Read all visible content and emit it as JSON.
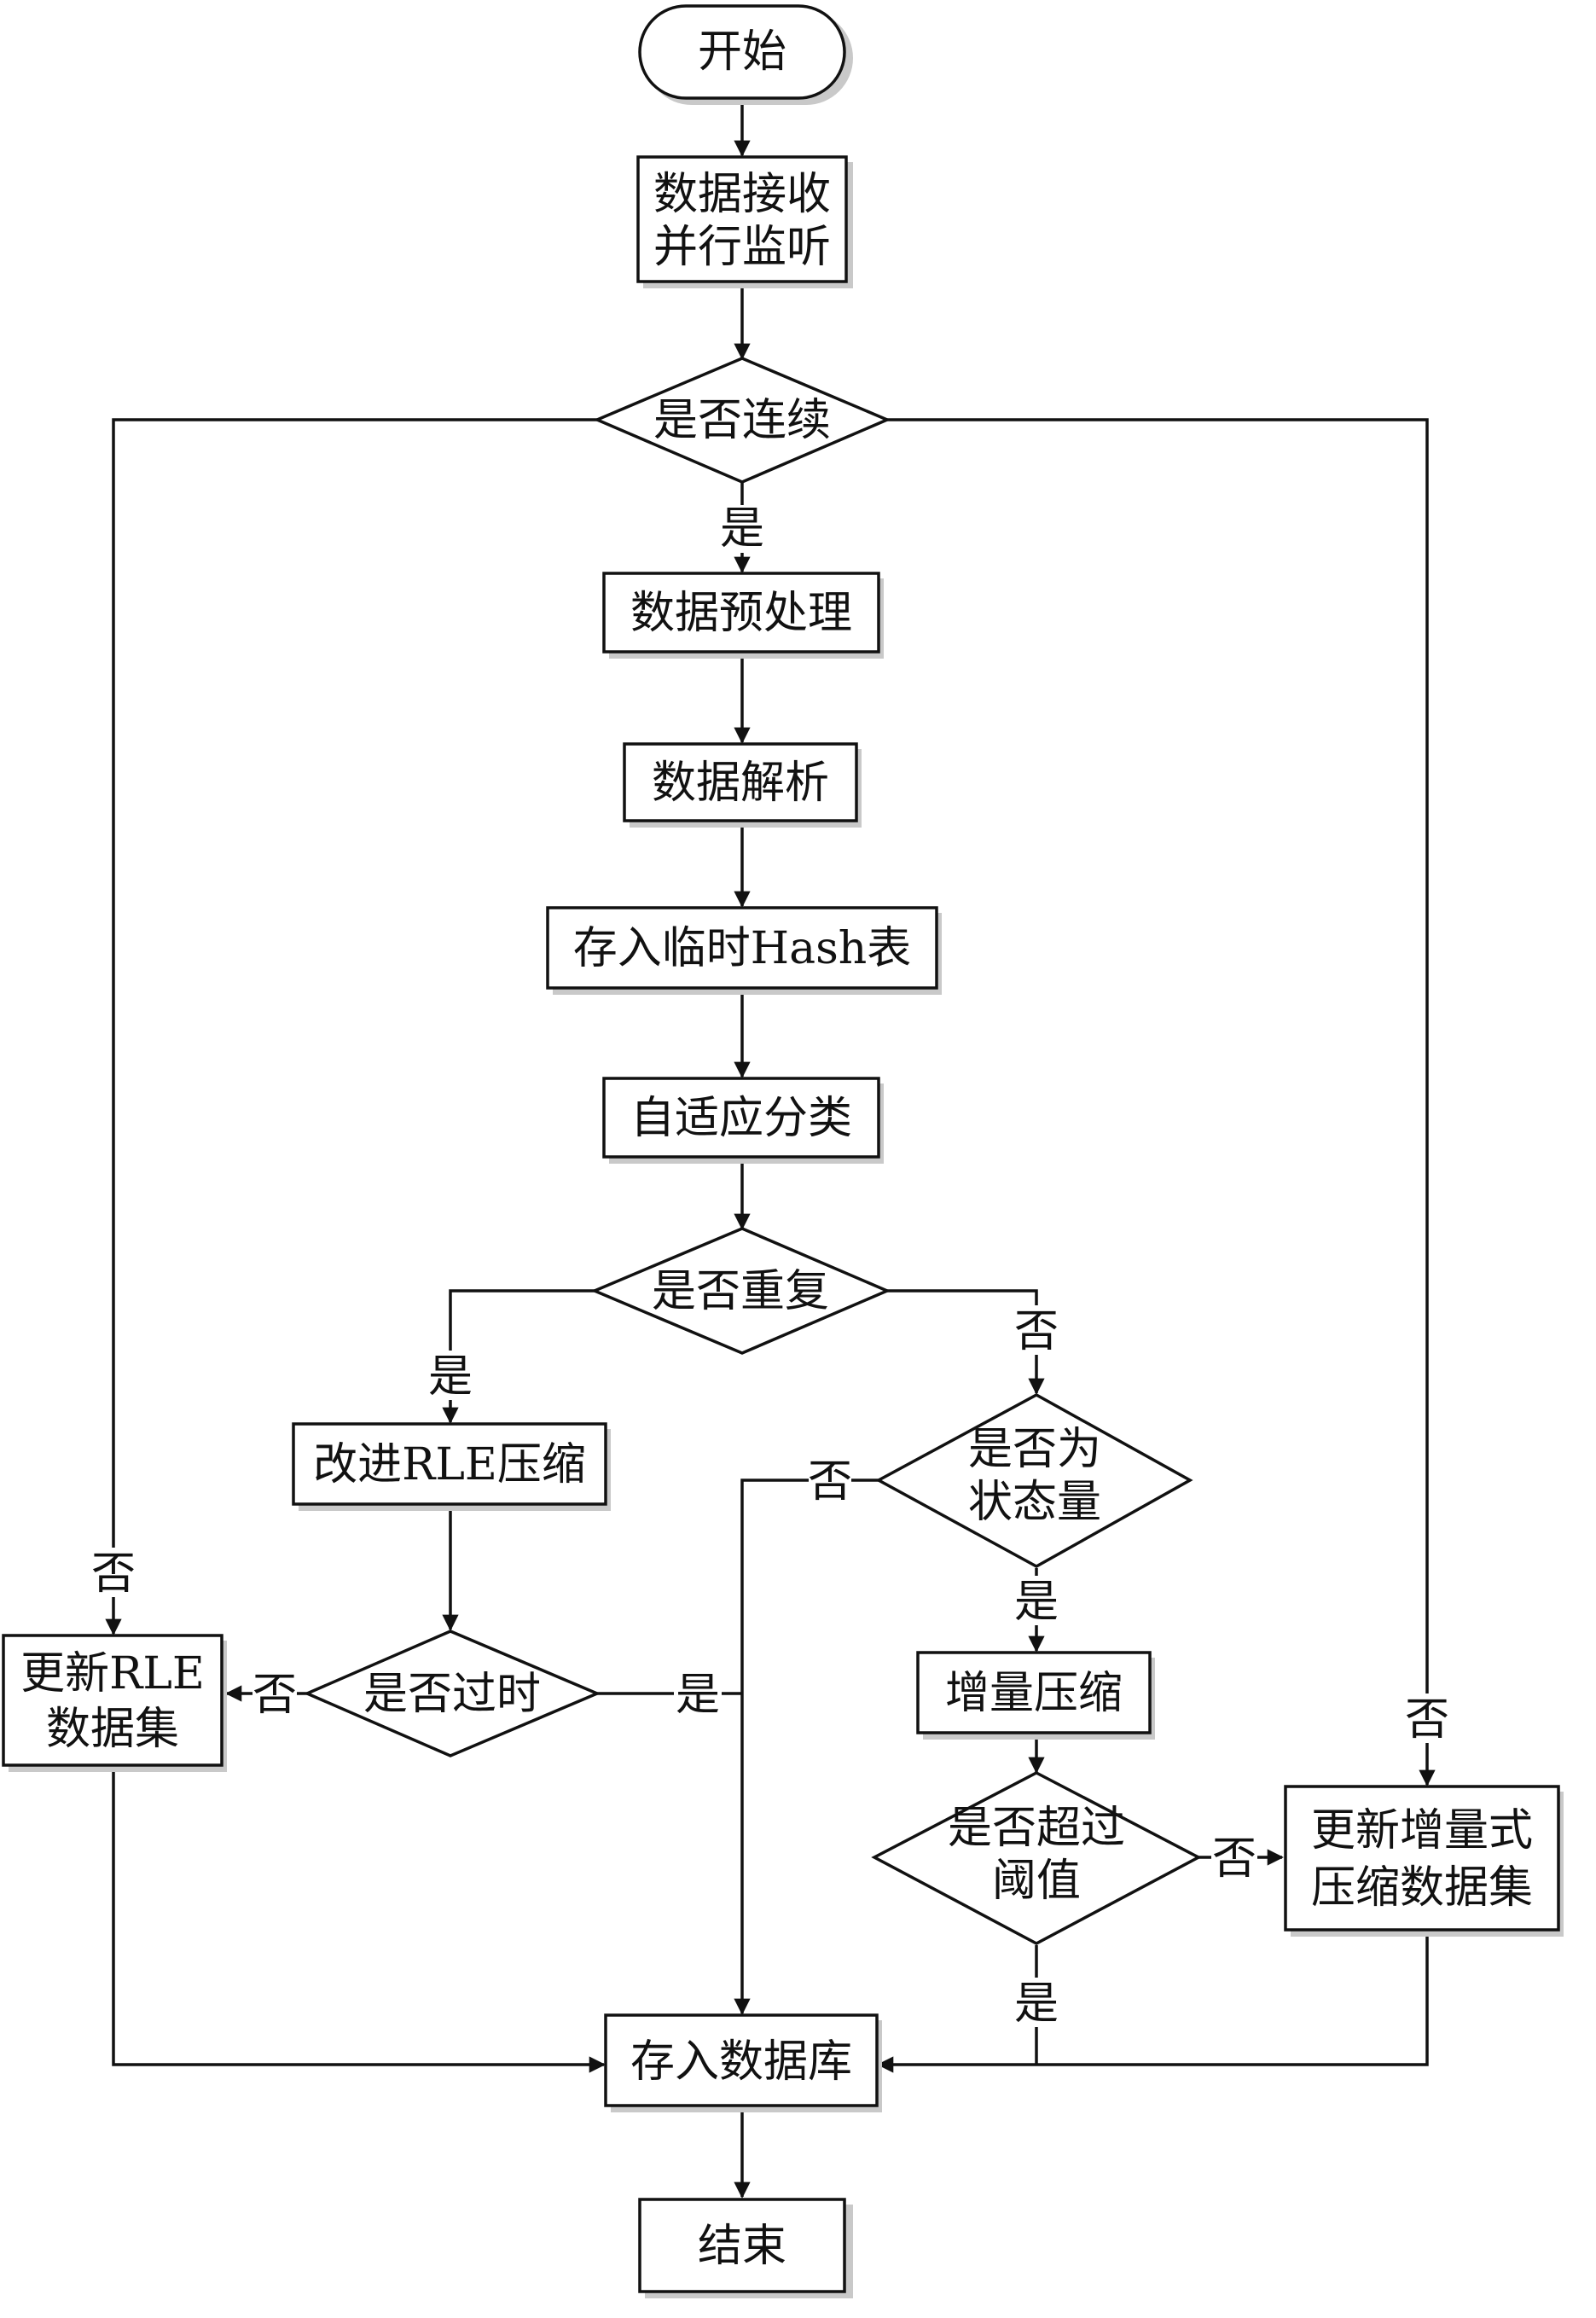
{
  "nodes": {
    "start": {
      "label": [
        "开始"
      ],
      "shape": "terminal"
    },
    "receive": {
      "label": [
        "数据接收",
        "并行监听"
      ],
      "shape": "process"
    },
    "is_continuous": {
      "label": [
        "是否连续"
      ],
      "shape": "decision"
    },
    "preprocess": {
      "label": [
        "数据预处理"
      ],
      "shape": "process"
    },
    "parse": {
      "label": [
        "数据解析"
      ],
      "shape": "process"
    },
    "store_hash": {
      "label": [
        "存入临时Hash表"
      ],
      "shape": "process"
    },
    "classify": {
      "label": [
        "自适应分类"
      ],
      "shape": "process"
    },
    "is_duplicate": {
      "label": [
        "是否重复"
      ],
      "shape": "decision"
    },
    "rle_compress": {
      "label": [
        "改进RLE压缩"
      ],
      "shape": "process"
    },
    "is_state": {
      "label": [
        "是否为",
        "状态量"
      ],
      "shape": "decision"
    },
    "is_outdated": {
      "label": [
        "是否过时"
      ],
      "shape": "decision"
    },
    "update_rle": {
      "label": [
        "更新RLE",
        "数据集"
      ],
      "shape": "process"
    },
    "incr_compress": {
      "label": [
        "增量压缩"
      ],
      "shape": "process"
    },
    "over_threshold": {
      "label": [
        "是否超过",
        "阈值"
      ],
      "shape": "decision"
    },
    "update_incr": {
      "label": [
        "更新增量式",
        "压缩数据集"
      ],
      "shape": "process"
    },
    "store_db": {
      "label": [
        "存入数据库"
      ],
      "shape": "process"
    },
    "end": {
      "label": [
        "结束"
      ],
      "shape": "terminal"
    }
  },
  "edge_labels": {
    "continuous_yes": "是",
    "continuous_no_left": "否",
    "continuous_no_right": "否",
    "duplicate_yes": "是",
    "duplicate_no": "否",
    "state_no": "否",
    "state_yes": "是",
    "outdated_no": "否",
    "outdated_yes": "是",
    "threshold_no": "否",
    "threshold_yes": "是"
  },
  "edges": [
    [
      "start",
      "receive"
    ],
    [
      "receive",
      "is_continuous"
    ],
    [
      "is_continuous",
      "preprocess",
      "是"
    ],
    [
      "is_continuous",
      "update_rle",
      "否"
    ],
    [
      "is_continuous",
      "update_incr",
      "否"
    ],
    [
      "preprocess",
      "parse"
    ],
    [
      "parse",
      "store_hash"
    ],
    [
      "store_hash",
      "classify"
    ],
    [
      "classify",
      "is_duplicate"
    ],
    [
      "is_duplicate",
      "rle_compress",
      "是"
    ],
    [
      "is_duplicate",
      "is_state",
      "否"
    ],
    [
      "rle_compress",
      "is_outdated"
    ],
    [
      "is_outdated",
      "update_rle",
      "否"
    ],
    [
      "is_outdated",
      "store_db",
      "是"
    ],
    [
      "is_state",
      "store_db",
      "否"
    ],
    [
      "is_state",
      "incr_compress",
      "是"
    ],
    [
      "incr_compress",
      "over_threshold"
    ],
    [
      "over_threshold",
      "update_incr",
      "否"
    ],
    [
      "over_threshold",
      "store_db",
      "是"
    ],
    [
      "update_rle",
      "store_db"
    ],
    [
      "update_incr",
      "store_db"
    ],
    [
      "store_db",
      "end"
    ]
  ]
}
